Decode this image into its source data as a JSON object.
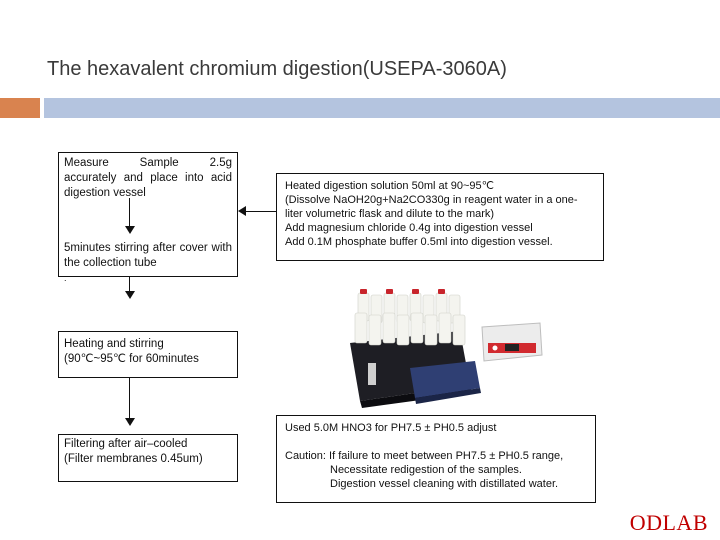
{
  "title": "The hexavalent chromium digestion(USEPA-3060A)",
  "steps": {
    "measure": "Measure Sample 2.5g accurately and place into acid digestion vessel",
    "stir": "5minutes stirring after cover with the collection tube",
    "stir_dot": ".",
    "heat_line1": "Heating and stirring",
    "heat_line2": "(90℃~95℃ for 60minutes",
    "filter_line1": "Filtering after air–cooled",
    "filter_line2": "(Filter membranes 0.45um)"
  },
  "solution": {
    "line1": "Heated digestion solution 50ml at 90~95℃",
    "line2": "(Dissolve NaOH20g+Na2CO330g in reagent water in a one-",
    "line3": "liter volumetric flask and dilute to the mark)",
    "line4": " Add magnesium chloride 0.4g into digestion vessel",
    "line5": " Add 0.1M phosphate buffer 0.5ml into digestion vessel."
  },
  "adjust": {
    "line1": "Used 5.0M HNO3 for PH7.5 ± PH0.5 adjust",
    "line2": "Caution: If failure to meet between PH7.5 ± PH0.5 range,",
    "line3": "Necessitate redigestion of the samples.",
    "line4": "Digestion vessel cleaning with distillated water."
  },
  "logo": "ODLAB",
  "colors": {
    "accent": "#d9834f",
    "bar": "#b4c4df",
    "logo": "#c00000"
  }
}
